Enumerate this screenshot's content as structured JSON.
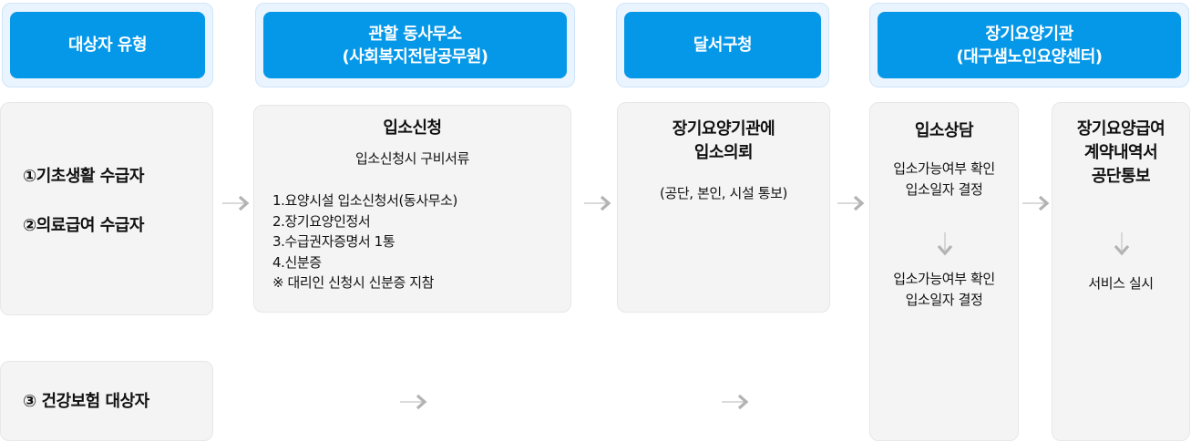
{
  "headers": [
    {
      "lines": [
        "대상자 유형"
      ]
    },
    {
      "lines": [
        "관할 동사무소",
        "(사회복지전담공무원)"
      ]
    },
    {
      "lines": [
        "달서구청"
      ]
    },
    {
      "lines": [
        "장기요양기관",
        "(대구샘노인요양센터)"
      ]
    }
  ],
  "target_types": {
    "group_a": [
      "①기초생활 수급자",
      "②의료급여 수급자"
    ],
    "group_b": "③ 건강보험 대상자"
  },
  "application": {
    "title": "입소신청",
    "subtitle": "입소신청시 구비서류",
    "documents": [
      "1.요양시설 입소신청서(동사무소)",
      "2.장기요양인정서",
      "3.수급권자증명서 1통",
      "4.신분증",
      "※ 대리인 신청시 신분증 지참"
    ]
  },
  "request": {
    "title_lines": [
      "장기요양기관에",
      "입소의뢰"
    ],
    "note": "(공단, 본인, 시설 통보)"
  },
  "consultation": {
    "title": "입소상담",
    "step1": [
      "입소가능여부 확인",
      "입소일자 결정"
    ],
    "step2": [
      "입소가능여부 확인",
      "입소일자 결정"
    ]
  },
  "contract": {
    "title_lines": [
      "장기요양급여",
      "계약내역서",
      "공단통보"
    ],
    "result": "서비스 실시"
  },
  "icons": {
    "flow_arrow": "arrow-right-icon",
    "step_arrow": "arrow-down-icon"
  },
  "colors": {
    "header_fill": "#0598e8",
    "header_frame": "#e9f4fe",
    "card_fill": "#f4f4f4",
    "arrow": "#b5b5b5"
  }
}
